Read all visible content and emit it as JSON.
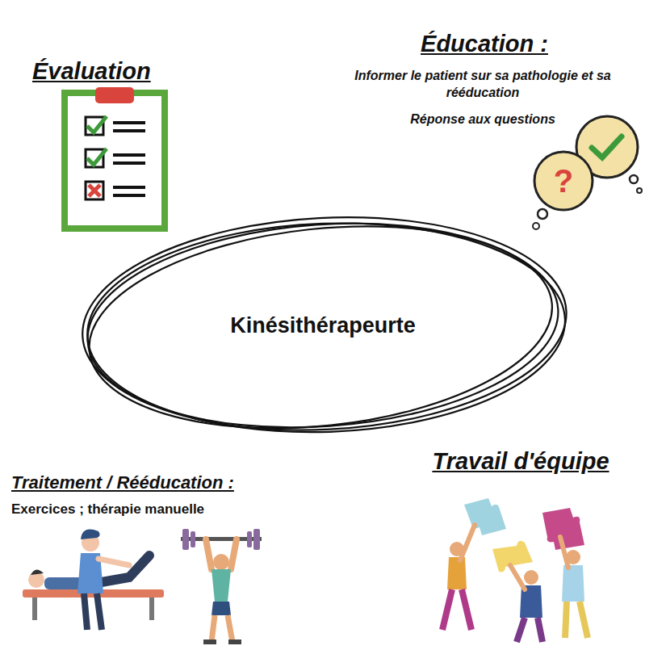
{
  "diagram": {
    "nodes": [
      {
        "text": [
          "Kinésithérapeurte"
        ]
      }
    ],
    "labels": [
      "Évaluation",
      "Éducation :",
      "Informer le patient sur sa pathologie et sa rééducation",
      "Réponse aux questions",
      "?",
      "Traitement / Rééducation :",
      "Exercices ; thérapie manuelle",
      "Travail d'équipe"
    ]
  }
}
